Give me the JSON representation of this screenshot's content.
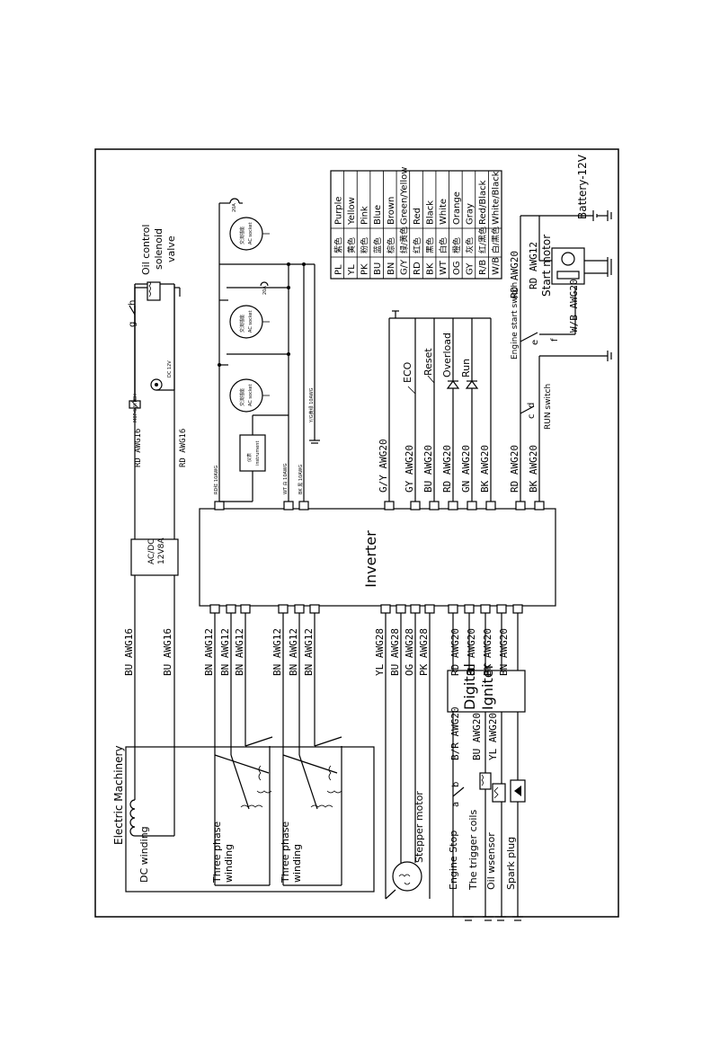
{
  "inverter": {
    "label": "Inverter"
  },
  "converter": {
    "line1": "AC/DC",
    "line2": "12V8A"
  },
  "instrument": {
    "cn": "仪表",
    "en": "instrument"
  },
  "oil_valve": {
    "line1": "Oil control",
    "line2": "solenoid",
    "line3": "valve"
  },
  "switch_gh": {
    "g": "g",
    "h": "h"
  },
  "dc12v": {
    "label": "DC 12V"
  },
  "fuse_small": {
    "label": "M8P SWITCH"
  },
  "sockets": [
    {
      "cn": "交流插座",
      "en": "AC socket",
      "fuse": "20A"
    },
    {
      "cn": "交流插座",
      "en": "AC socket",
      "fuse": "20A"
    },
    {
      "cn": "交流插座",
      "en": "AC socket",
      "fuse": ""
    }
  ],
  "top_wires": {
    "rd_awg16_a": "RD AWG16",
    "rd_awg16_b": "RD AWG16",
    "rd_red_10": "RD红 10AWG",
    "wt_white_10": "WT 白 10AWG",
    "bk_black_10": "BK 黑 10AWG",
    "yg_10": "Y/G黄绿 10AWG"
  },
  "right_signals": [
    {
      "wire": "G/Y AWG20",
      "label": "ECO"
    },
    {
      "wire": "GY AWG20",
      "label": "Reset"
    },
    {
      "wire": "BU AWG20",
      "label": "Overload"
    },
    {
      "wire": "RD AWG20",
      "label": ""
    },
    {
      "wire": "GN AWG20",
      "label": "Run"
    },
    {
      "wire": "BK AWG20",
      "label": ""
    }
  ],
  "right_bottom": {
    "rd_awg20": "RD AWG20",
    "bk_awg20": "BK AWG20",
    "run_switch": "RUN switch",
    "c": "c",
    "d": "d",
    "engine_start_switch": "Engine start switch",
    "e": "e",
    "f": "f",
    "wb_awg20": "W/B AWG20",
    "rd_awg12": "RD AWG12",
    "rd_awg20_top": "RD AWG20",
    "start_motor": "Start motor",
    "battery": "Battery-12V"
  },
  "left_wires": {
    "bu_awg16_a": "BU AWG16",
    "bu_awg16_b": "BU AWG16",
    "bn": [
      "BN AWG12",
      "BN AWG12",
      "BN AWG12",
      "BN AWG12",
      "BN AWG12",
      "BN AWG12"
    ]
  },
  "stepper_wires": [
    "YL AWG28",
    "BU AWG28",
    "OG AWG28",
    "PK AWG28"
  ],
  "igniter_wires": [
    "RD AWG20",
    "BU AWG20",
    "BK AWG20",
    "BN AWG20"
  ],
  "igniter": {
    "line1": "Digital",
    "line2": "Igniter"
  },
  "electric_machinery": {
    "title": "Electric Machinery",
    "dc_winding": "DC winding",
    "three_phase_1": "Three phase",
    "winding_1": "winding",
    "three_phase_2": "Three phase",
    "winding_2": "winding"
  },
  "stepper_motor": "Stepper motor",
  "bottom_inputs": {
    "br_awg20": "B/R AWG20",
    "bu_awg20": "BU AWG20",
    "yl_awg20": "YL AWG20",
    "a": "a",
    "b": "b",
    "engine_stop": "Engine Stop",
    "trigger_coils": "The trigger coils",
    "oil_sensor": "Oil wsensor",
    "spark_plug": "Spark plug"
  },
  "color_table": {
    "rows": [
      {
        "code": "PL",
        "cn": "紫色",
        "en": "Purple"
      },
      {
        "code": "YL",
        "cn": "黄色",
        "en": "Yellow"
      },
      {
        "code": "PK",
        "cn": "粉色",
        "en": "Pink"
      },
      {
        "code": "BU",
        "cn": "蓝色",
        "en": "Blue"
      },
      {
        "code": "BN",
        "cn": "棕色",
        "en": "Brown"
      },
      {
        "code": "G/Y",
        "cn": "绿/黄色",
        "en": "Green/Yellow"
      },
      {
        "code": "RD",
        "cn": "红色",
        "en": "Red"
      },
      {
        "code": "BK",
        "cn": "黑色",
        "en": "Black"
      },
      {
        "code": "WT",
        "cn": "白色",
        "en": "White"
      },
      {
        "code": "OG",
        "cn": "橙色",
        "en": "Orange"
      },
      {
        "code": "GY",
        "cn": "灰色",
        "en": "Gray"
      },
      {
        "code": "R/B",
        "cn": "红/黑色",
        "en": "Red/Black"
      },
      {
        "code": "W/B",
        "cn": "白/黑色",
        "en": "White/Black"
      }
    ]
  }
}
